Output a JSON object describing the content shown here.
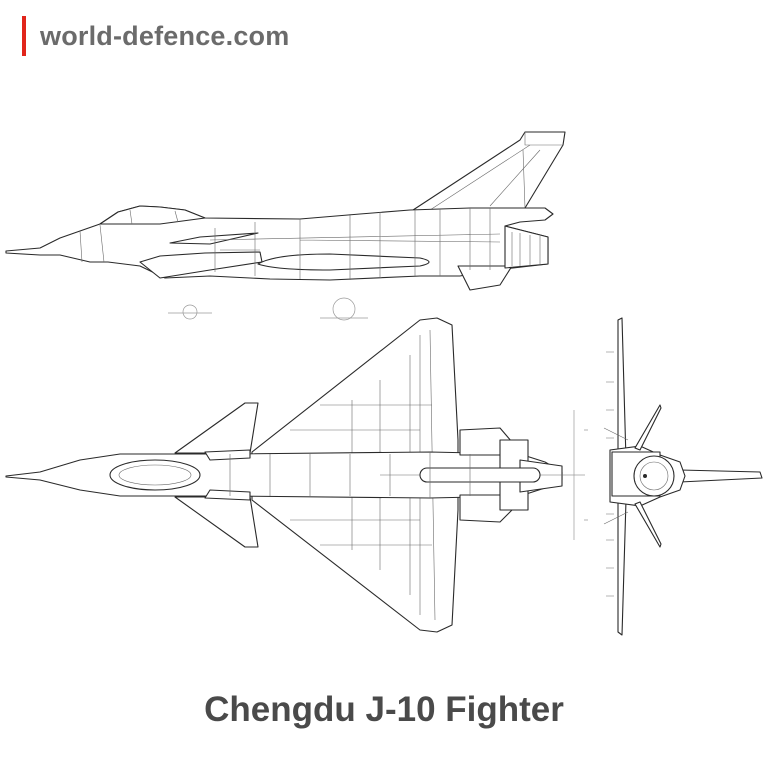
{
  "brand": {
    "site": "world-defence.com",
    "accent_color": "#e1251b"
  },
  "title": "Chengdu J-10 Fighter",
  "views": [
    "side-view",
    "top-view",
    "front-view"
  ]
}
